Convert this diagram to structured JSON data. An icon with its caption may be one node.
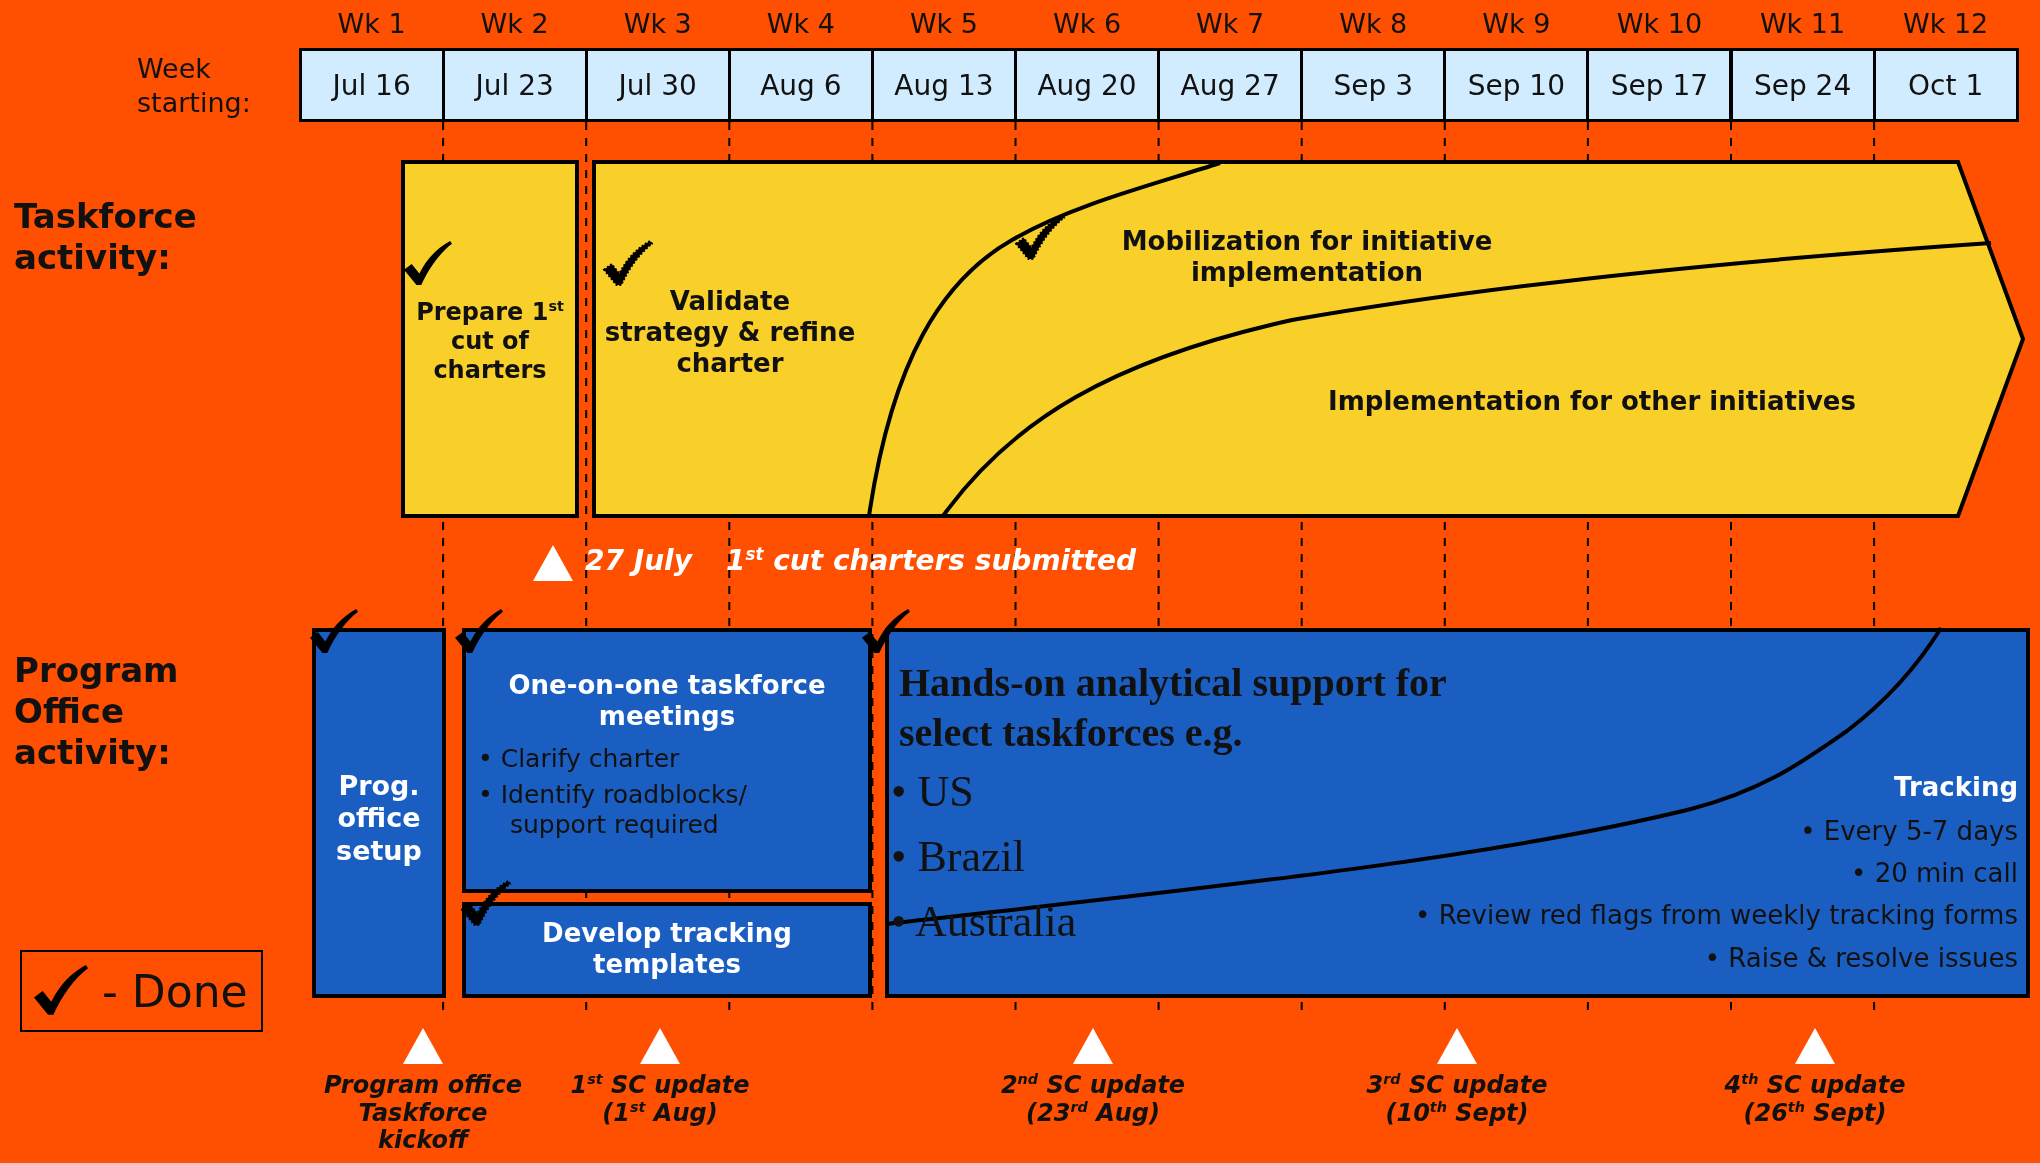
{
  "diagram": {
    "nodes": [
      {
        "text": [
          "Prepare 1$^{st}$ cut of charters"
        ]
      },
      {
        "text": [
          "Validate strategy & refine charter",
          "Mobilization for initiative implementation",
          "Implementation for other initiatives"
        ]
      },
      {
        "text": [
          "Prog. office setup"
        ]
      },
      {
        "text": [
          "One-on-one taskforce meetings",
          "• Clarify charter",
          "• Identify roadblocks/ support required"
        ]
      },
      {
        "text": [
          "Develop tracking templates"
        ]
      },
      {
        "text": [
          "Hands-on analytical support for select taskforces e.g.",
          "• US",
          "• Brazil",
          "• Australia",
          "Tracking",
          "• Every 5-7 days",
          "• 20 min call",
          "• Review red flags from weekly tracking forms",
          "• Raise & resolve issues"
        ]
      }
    ],
    "labels": [
      "Week starting:",
      "Wk 1",
      "Wk 2",
      "Wk 3",
      "Wk 4",
      "Wk 5",
      "Wk 6",
      "Wk 7",
      "Wk 8",
      "Wk 9",
      "Wk 10",
      "Wk 11",
      "Wk 12",
      "Jul 16",
      "Jul 23",
      "Jul 30",
      "Aug 6",
      "Aug 13",
      "Aug 20",
      "Aug 27",
      "Sep 3",
      "Sep 10",
      "Sep 17",
      "Sep 24",
      "Oct 1",
      "Taskforce activity:",
      "Program Office activity:",
      "27 July",
      "1$^{st}$ cut charters submitted",
      "Program office Taskforce kickoff",
      "1$^{st}$ SC update (1$^{st}$ Aug)",
      "2$^{nd}$ SC update (23$^{rd}$ Aug)",
      "3$^{rd}$ SC update (10$^{th}$ Sept)",
      "4$^{th}$ SC update (26$^{th}$ Sept)"
    ],
    "legend": [
      {
        "text": "- Done"
      }
    ]
  }
}
